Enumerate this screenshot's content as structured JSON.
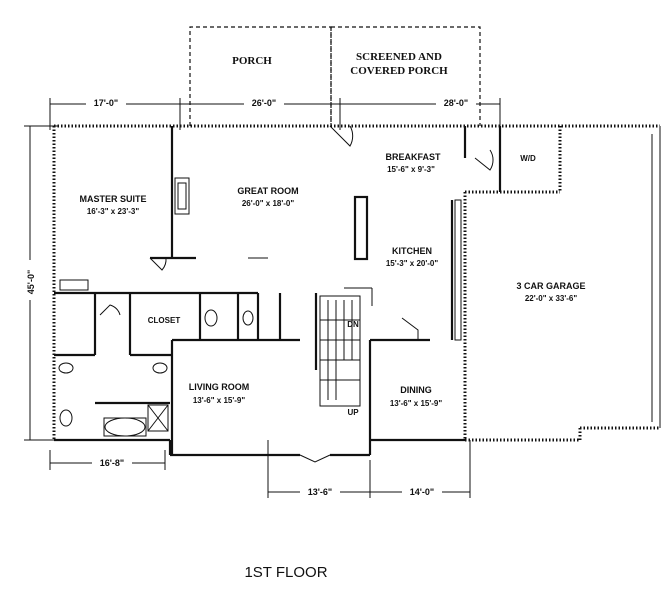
{
  "floor_title": "1ST FLOOR",
  "rooms": {
    "porch": {
      "name": "PORCH"
    },
    "screened_porch": {
      "name_line1": "SCREENED AND",
      "name_line2": "COVERED PORCH"
    },
    "master_suite": {
      "name": "MASTER SUITE",
      "size": "16'-3\" x 23'-3\""
    },
    "great_room": {
      "name": "GREAT ROOM",
      "size": "26'-0\" x 18'-0\""
    },
    "breakfast": {
      "name": "BREAKFAST",
      "size": "15'-6\" x 9'-3\""
    },
    "wd": {
      "name": "W/D"
    },
    "kitchen": {
      "name": "KITCHEN",
      "size": "15'-3\" x 20'-0\""
    },
    "garage": {
      "name": "3 CAR GARAGE",
      "size": "22'-0\" x 33'-6\""
    },
    "closet": {
      "name": "CLOSET"
    },
    "living_room": {
      "name": "LIVING ROOM",
      "size": "13'-6\" x 15'-9\""
    },
    "dining": {
      "name": "DINING",
      "size": "13'-6\" x 15'-9\""
    }
  },
  "stairs": {
    "dn": "DN",
    "up": "UP"
  },
  "dimensions": {
    "top_left": "17'-0\"",
    "top_mid": "26'-0\"",
    "top_right": "28'-0\"",
    "left_side": "45'-0\"",
    "bottom_left": "16'-8\"",
    "bottom_mid": "13'-6\"",
    "bottom_right": "14'-0\""
  }
}
